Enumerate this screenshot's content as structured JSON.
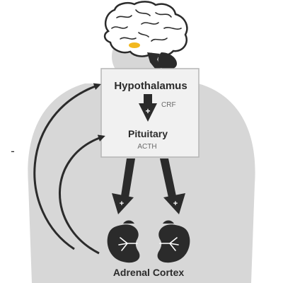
{
  "diagram": {
    "nodes": {
      "hypothalamus": {
        "label": "Hypothalamus"
      },
      "crf": {
        "label": "CRF"
      },
      "pituitary": {
        "label": "Pituitary"
      },
      "acth": {
        "label": "ACTH"
      },
      "adrenal": {
        "label": "Adrenal Cortex"
      }
    },
    "signs": {
      "crf_arrow": "+",
      "left_adrenal_arrow": "+",
      "right_adrenal_arrow": "+",
      "feedback": "-"
    },
    "colors": {
      "silhouette": "#d7d7d7",
      "arrow": "#2b2b2b",
      "kidney": "#2b2b2b",
      "box_fill": "#f1f1f1",
      "box_border": "#b5b5b5",
      "hypothalamus_highlight": "#f2b81f"
    }
  }
}
